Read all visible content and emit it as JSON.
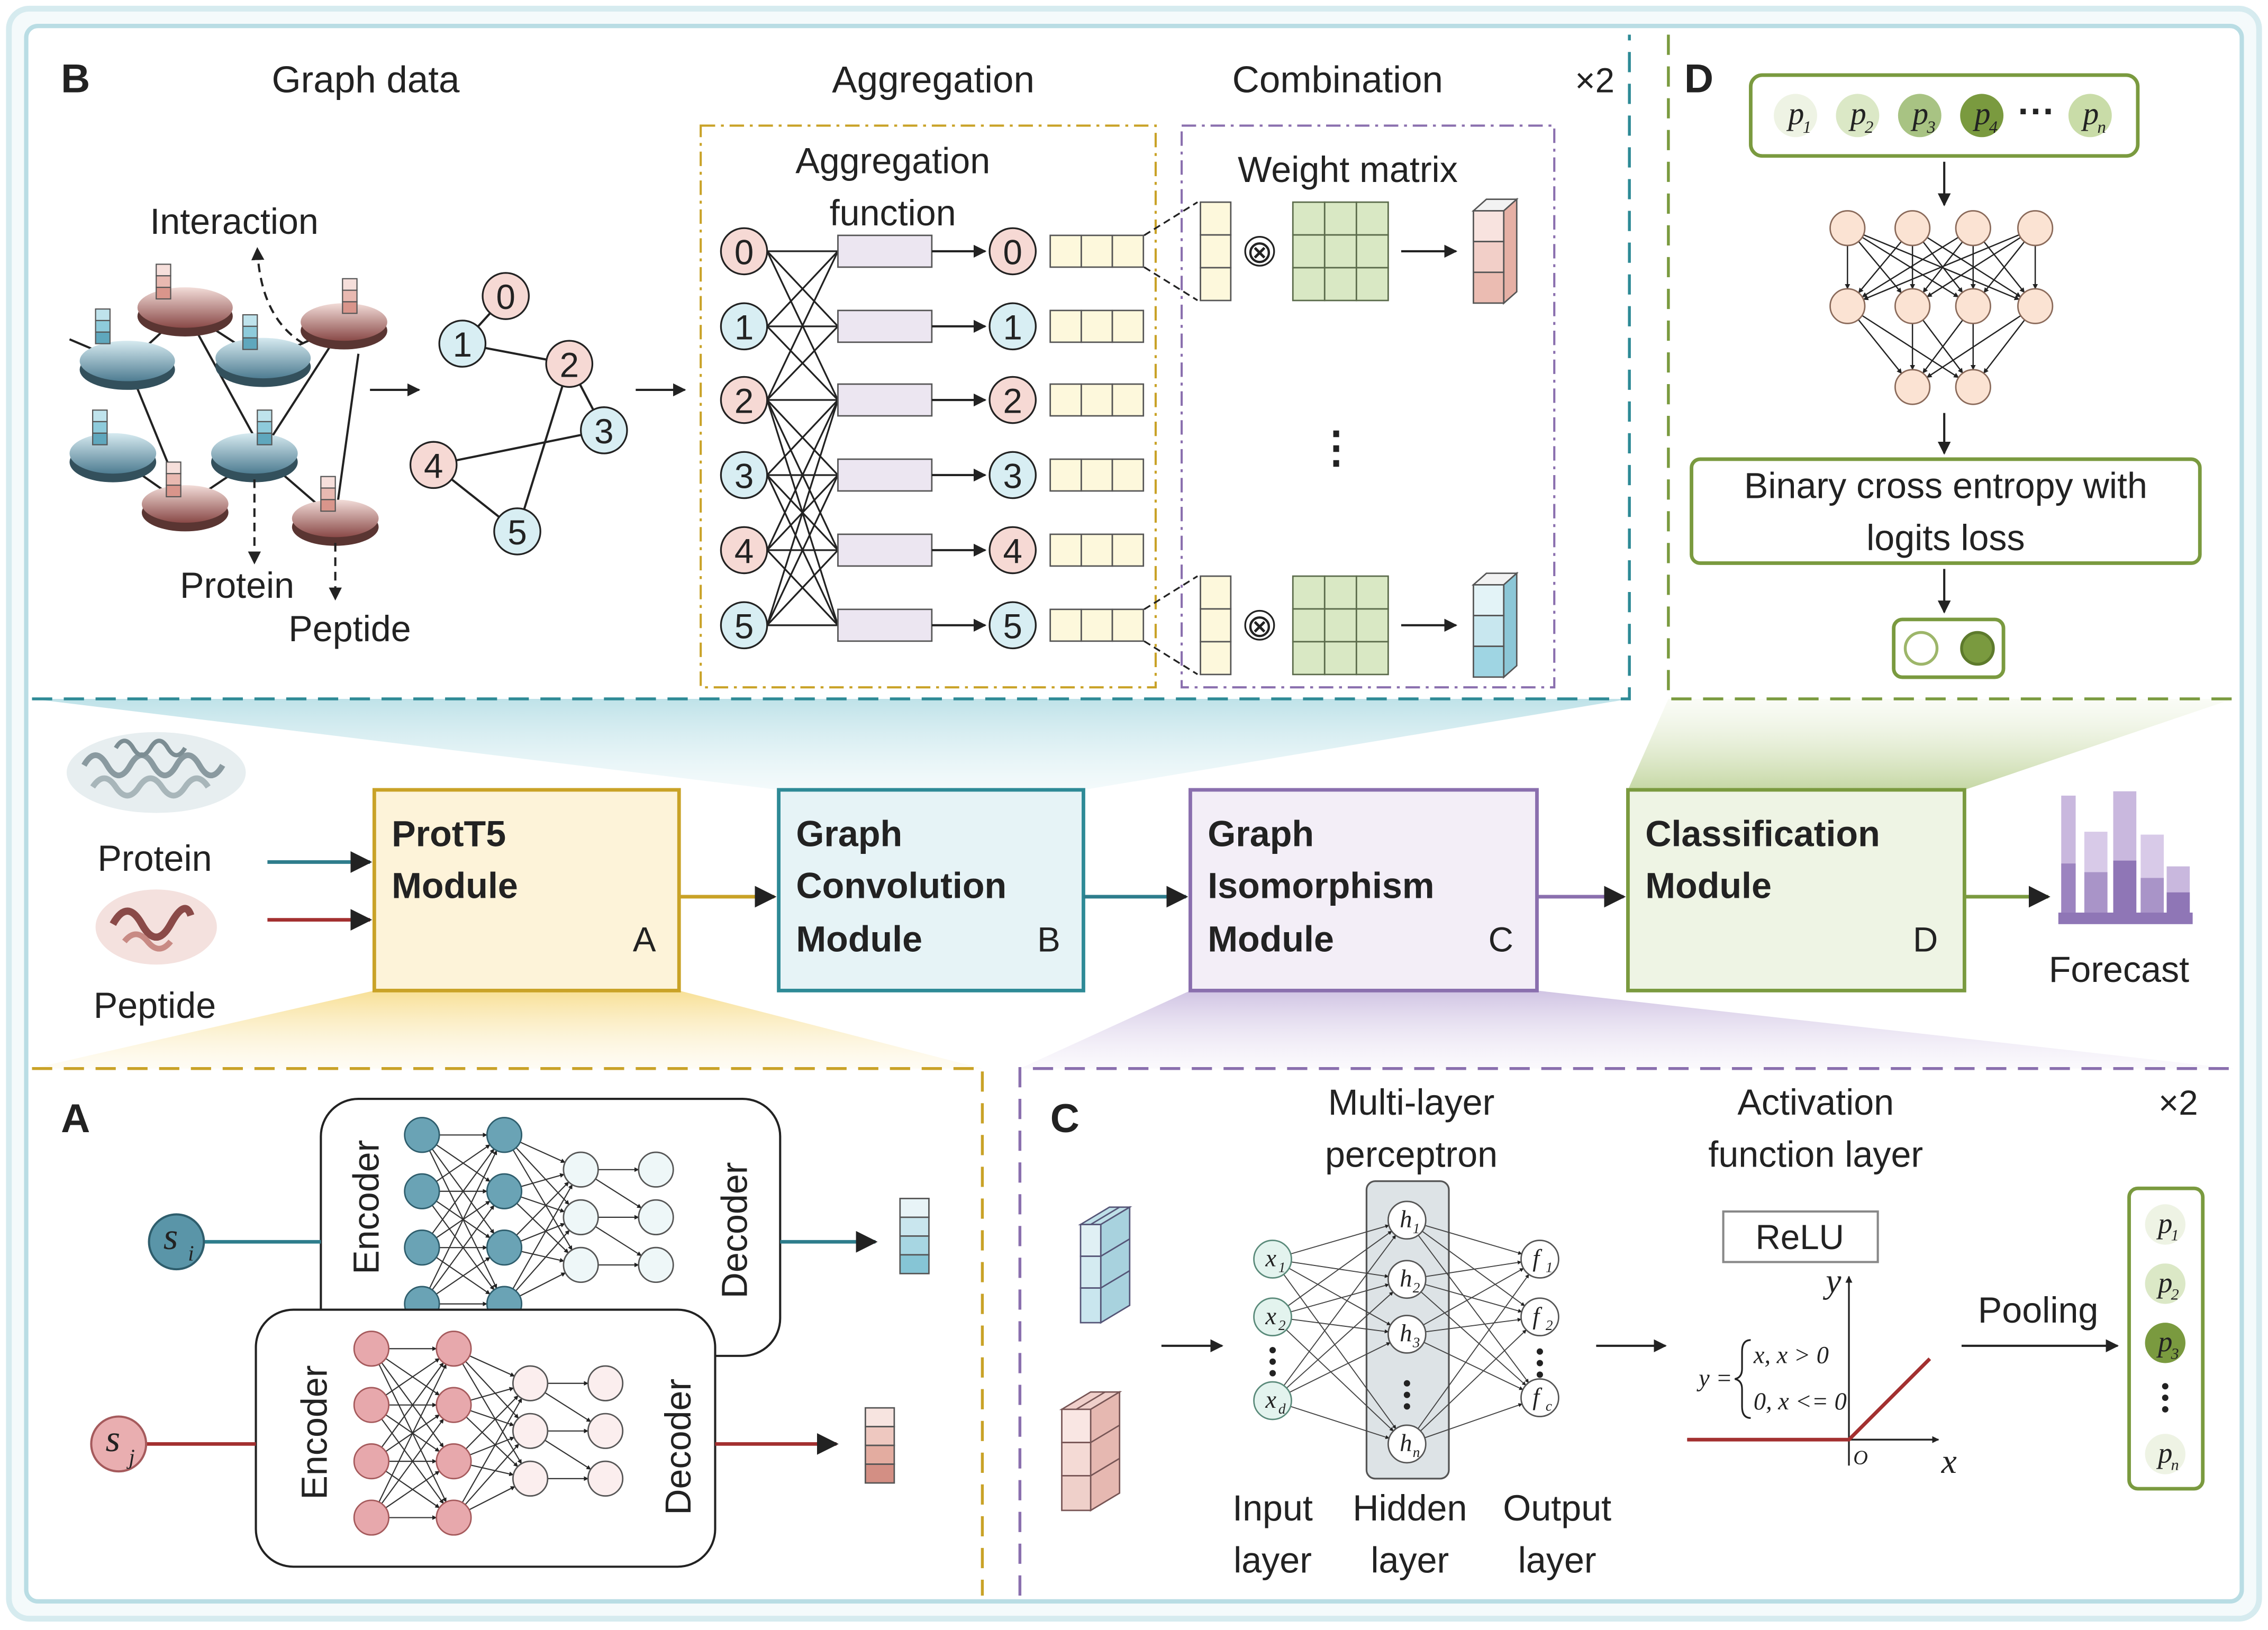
{
  "panel_b": {
    "letter": "B",
    "graph_data_title": "Graph data",
    "aggregation_title": "Aggregation",
    "combination_title": "Combination",
    "repeat": "×2",
    "interaction_label": "Interaction",
    "protein_label": "Protein",
    "peptide_label": "Peptide",
    "aggregation_function_1": "Aggregation",
    "aggregation_function_2": "function",
    "weight_matrix": "Weight matrix",
    "vdots": "⋮",
    "otimes": "⊗",
    "nodes": [
      "0",
      "1",
      "2",
      "3",
      "4",
      "5"
    ]
  },
  "panel_d": {
    "letter": "D",
    "inputs": [
      "p",
      "p",
      "p",
      "p",
      "p"
    ],
    "subscripts": [
      "1",
      "2",
      "3",
      "4",
      "n"
    ],
    "ellipsis": "···",
    "loss_line1": "Binary cross entropy with",
    "loss_line2": "logits loss"
  },
  "pipeline": {
    "protein_label": "Protein",
    "peptide_label": "Peptide",
    "forecast_label": "Forecast",
    "modules": [
      {
        "line1": "ProtT5",
        "line2": "Module",
        "line3": "",
        "letter": "A"
      },
      {
        "line1": "Graph",
        "line2": "Convolution",
        "line3": "Module",
        "letter": "B"
      },
      {
        "line1": "Graph",
        "line2": "Isomorphism",
        "line3": "Module",
        "letter": "C"
      },
      {
        "line1": "Classification",
        "line2": "Module",
        "line3": "",
        "letter": "D"
      }
    ]
  },
  "panel_a": {
    "letter": "A",
    "encoder": "Encoder",
    "decoder": "Decoder",
    "si": "s",
    "si_sub": "i",
    "sj": "s",
    "sj_sub": "j"
  },
  "panel_c": {
    "letter": "C",
    "mlp_line1": "Multi-layer",
    "mlp_line2": "perceptron",
    "act_line1": "Activation",
    "act_line2": "function layer",
    "repeat": "×2",
    "relu": "ReLU",
    "pooling": "Pooling",
    "input_layer_1": "Input",
    "input_layer_2": "layer",
    "hidden_layer_1": "Hidden",
    "hidden_layer_2": "layer",
    "output_layer_1": "Output",
    "output_layer_2": "layer",
    "x_nodes": [
      "x",
      "x",
      "x"
    ],
    "x_subs": [
      "1",
      "2",
      "d"
    ],
    "h_nodes": [
      "h",
      "h",
      "h",
      "h"
    ],
    "h_subs": [
      "1",
      "2",
      "3",
      "n"
    ],
    "f_nodes": [
      "f",
      "f",
      "f"
    ],
    "f_subs": [
      "1",
      "2",
      "c"
    ],
    "eq_y": "y =",
    "eq_case1": "x, x > 0",
    "eq_case2": "0, x <= 0",
    "axis_y": "y",
    "axis_x": "x",
    "origin": "O",
    "pool_p": [
      "p",
      "p",
      "p",
      "p"
    ],
    "pool_subs": [
      "1",
      "2",
      "3",
      "n"
    ]
  },
  "colors": {
    "teal": "#2e7d8c",
    "red": "#a33030",
    "gold": "#c9a227",
    "purple": "#8a6fae",
    "green": "#7a9a3f",
    "pink_node": "#f6d9d4",
    "blue_node": "#d8eef3",
    "peach_node": "#fbe3d3"
  }
}
